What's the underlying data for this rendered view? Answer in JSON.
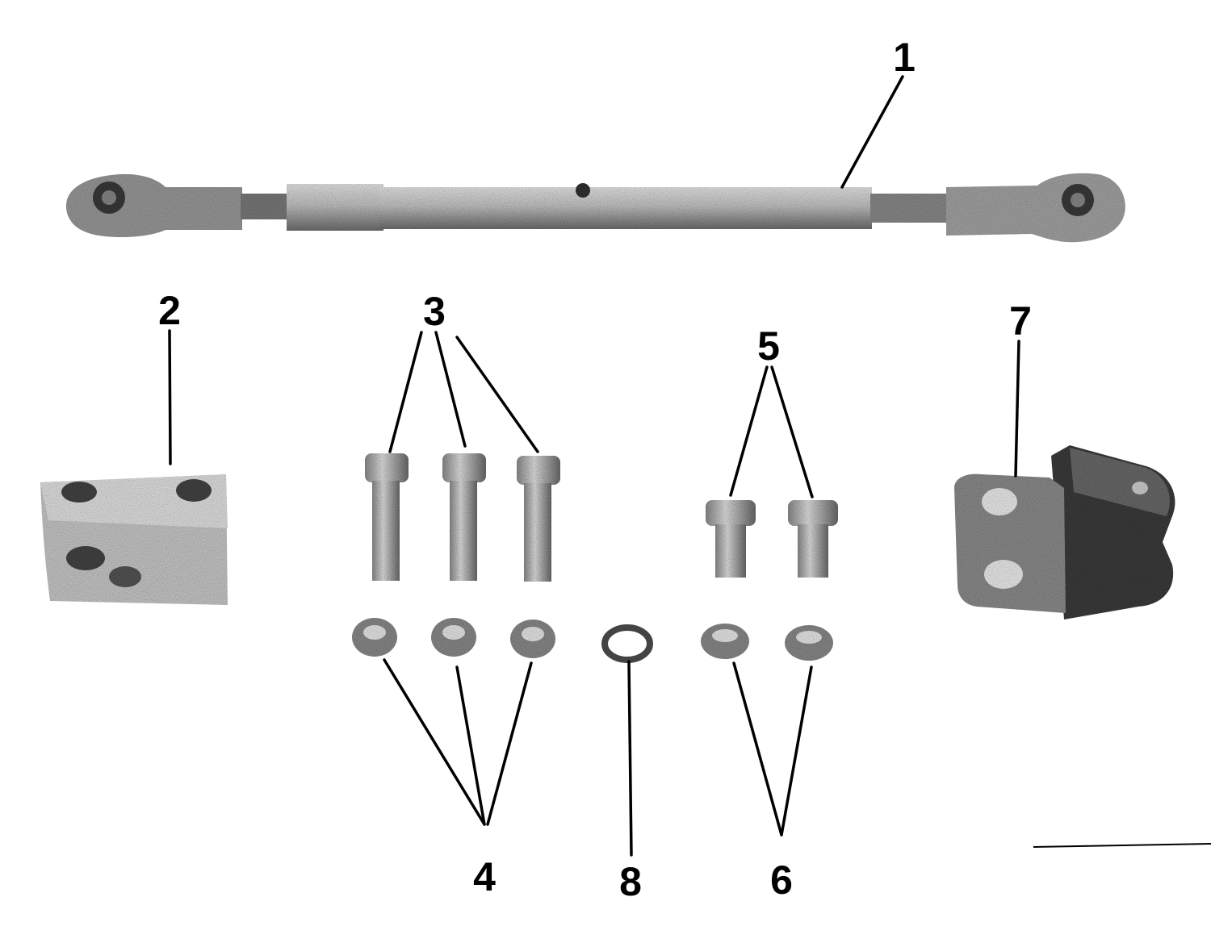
{
  "callouts": {
    "c1": "1",
    "c2": "2",
    "c3": "3",
    "c4": "4",
    "c5": "5",
    "c6": "6",
    "c7": "7",
    "c8": "8"
  },
  "colors": {
    "ink": "#000000",
    "metal_light": "#d2d2d2",
    "metal_mid": "#9a9a9a",
    "metal_dark": "#555555",
    "background": "#ffffff"
  }
}
